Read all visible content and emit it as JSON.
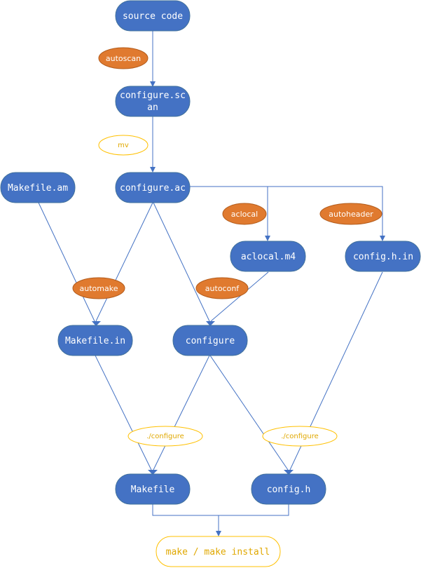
{
  "nodes": {
    "source_code": "source code",
    "configure_scan_line1": "configure.sc",
    "configure_scan_line2": "an",
    "makefile_am": "Makefile.am",
    "configure_ac": "configure.ac",
    "aclocal_m4": "aclocal.m4",
    "config_h_in": "config.h.in",
    "makefile_in": "Makefile.in",
    "configure": "configure",
    "makefile": "Makefile",
    "config_h": "config.h",
    "make_install": "make / make install"
  },
  "tools": {
    "autoscan": "autoscan",
    "mv": "mv",
    "aclocal": "aclocal",
    "autoheader": "autoheader",
    "automake": "automake",
    "autoconf": "autoconf",
    "configure_left": "./configure",
    "configure_right": "./configure"
  },
  "colors": {
    "node_fill": "#4472c4",
    "tool_fill": "#e07a2f",
    "outline": "#ffc000",
    "edge": "#4472c4"
  }
}
